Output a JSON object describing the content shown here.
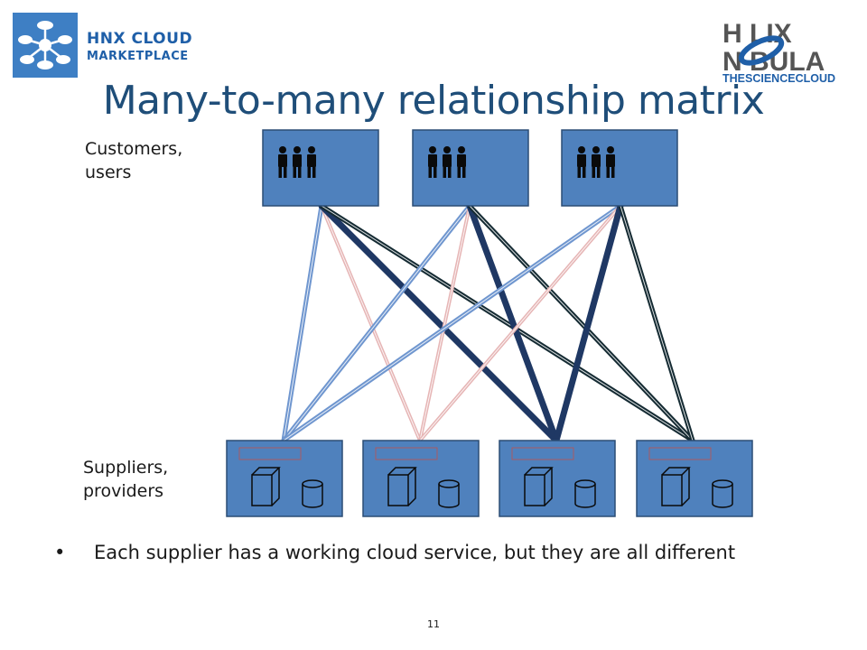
{
  "logos": {
    "hnx": {
      "line1": "HNX CLOUD",
      "line2": "MARKETPLACE",
      "color": "#1f5fa8",
      "tile_color": "#3e7fc4"
    },
    "helix": {
      "top": "H LIX",
      "middle": "N BULA",
      "bottom": "THESCIENCECLOUD",
      "color": "#555555",
      "accent": "#1f5fa8"
    }
  },
  "slide": {
    "title": "Many-to-many relationship matrix",
    "customers_label": "Customers, users",
    "suppliers_label": "Suppliers, providers",
    "bullet": "Each supplier has a working cloud service, but they are all different",
    "page_number": "11"
  },
  "diagram": {
    "customers": [
      {
        "icon": "people-group-icon"
      },
      {
        "icon": "people-group-icon"
      },
      {
        "icon": "people-group-icon"
      }
    ],
    "suppliers": [
      {
        "icons": [
          "server-box-icon",
          "database-icon"
        ]
      },
      {
        "icons": [
          "server-box-icon",
          "database-icon"
        ]
      },
      {
        "icons": [
          "server-box-icon",
          "database-icon"
        ]
      },
      {
        "icons": [
          "server-box-icon",
          "database-icon"
        ]
      }
    ],
    "colors": {
      "box_fill": "#4f81bd",
      "box_stroke": "#2c4d75",
      "light_blue_link": "#6f96cf",
      "pink_link": "#e6b5b5",
      "navy_link": "#1f3864",
      "dark_link": "#152b33"
    },
    "links": [
      {
        "from": 0,
        "to": 0,
        "style": "light-blue"
      },
      {
        "from": 0,
        "to": 1,
        "style": "pink"
      },
      {
        "from": 0,
        "to": 2,
        "style": "navy-thick"
      },
      {
        "from": 0,
        "to": 3,
        "style": "dark"
      },
      {
        "from": 1,
        "to": 0,
        "style": "light-blue"
      },
      {
        "from": 1,
        "to": 1,
        "style": "pink"
      },
      {
        "from": 1,
        "to": 2,
        "style": "navy-thick"
      },
      {
        "from": 1,
        "to": 3,
        "style": "dark"
      },
      {
        "from": 2,
        "to": 0,
        "style": "light-blue"
      },
      {
        "from": 2,
        "to": 1,
        "style": "pink"
      },
      {
        "from": 2,
        "to": 2,
        "style": "navy-thick"
      },
      {
        "from": 2,
        "to": 3,
        "style": "dark"
      }
    ]
  }
}
